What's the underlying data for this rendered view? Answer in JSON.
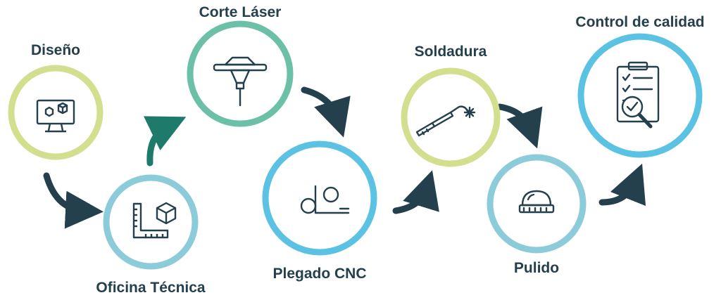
{
  "steps": [
    {
      "label": "Diseño",
      "icon": "monitor-3d-icon",
      "ring_color": "#d3df8e"
    },
    {
      "label": "Oficina Técnica",
      "icon": "ruler-cube-icon",
      "ring_color": "#8ccbd9"
    },
    {
      "label": "Corte Láser",
      "icon": "laser-head-icon",
      "ring_color": "#6cc0a8"
    },
    {
      "label": "Plegado CNC",
      "icon": "bending-rollers-icon",
      "ring_color": "#5bc2e4"
    },
    {
      "label": "Soldadura",
      "icon": "welding-torch-icon",
      "ring_color": "#d3df8e"
    },
    {
      "label": "Pulido",
      "icon": "polishing-dome-icon",
      "ring_color": "#8ccbd9"
    },
    {
      "label": "Control de calidad",
      "icon": "checklist-magnifier-icon",
      "ring_color": "#5bc2e4"
    }
  ],
  "colors": {
    "arrow": "#24404d",
    "arrow_green": "#1e7a6a",
    "icon": "#24404d",
    "text": "#24404d"
  }
}
